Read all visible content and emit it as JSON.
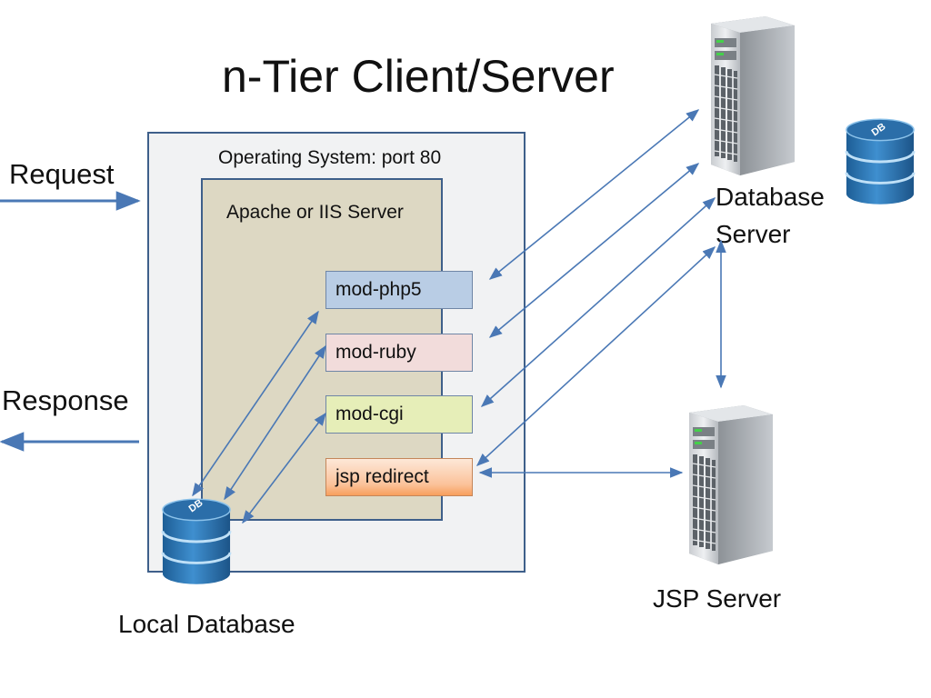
{
  "title": "n-Tier Client/Server",
  "os_box": {
    "label": "Operating System: port 80"
  },
  "web_server": {
    "label": "Apache or IIS Server"
  },
  "modules": [
    {
      "label": "mod-php5"
    },
    {
      "label": "mod-ruby"
    },
    {
      "label": "mod-cgi"
    },
    {
      "label": "jsp redirect"
    }
  ],
  "request_label": "Request",
  "response_label": "Response",
  "database_server": {
    "line1": "Database",
    "line2": "Server"
  },
  "jsp_server": {
    "label": "JSP Server"
  },
  "local_database": {
    "label": "Local Database"
  },
  "db_icon_text": "DB",
  "colors": {
    "arrow": "#4a78b5",
    "box_border": "#3e5f8a",
    "os_fill": "#f1f2f3",
    "web_fill": "#ddd8c3",
    "db_blue": "#2f7ab8",
    "php": "#b9cde5",
    "ruby": "#f2dcdb",
    "cgi": "#e6eeb8",
    "jsp": "#f9b27a"
  },
  "icons": [
    "database-server-icon",
    "jsp-server-icon",
    "database-cylinder-icon",
    "local-database-icon"
  ]
}
